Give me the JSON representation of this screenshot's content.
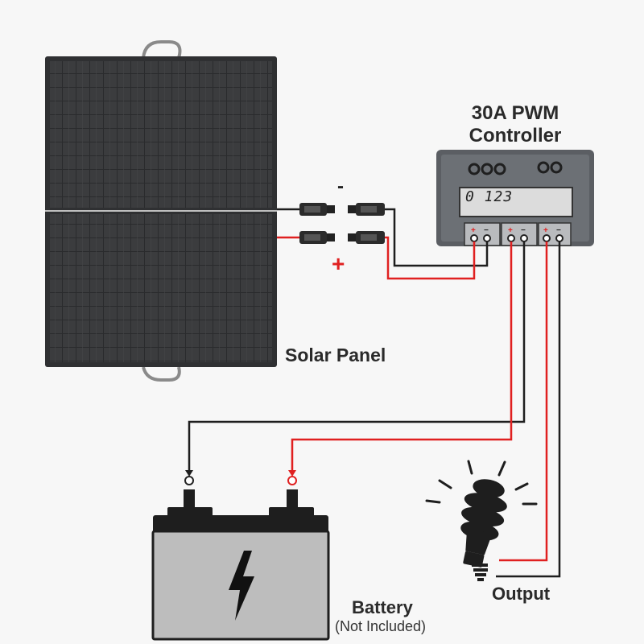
{
  "heading": {
    "text": "",
    "color": "#f05a23"
  },
  "labels": {
    "controller": "30A PWM Controller",
    "solar_panel": "Solar Panel",
    "battery": "Battery",
    "battery_note": "(Not Included)",
    "output": "Output",
    "lcd_value": "0 123",
    "negative_sign": "-",
    "positive_sign": "+"
  },
  "colors": {
    "positive_wire": "#e02020",
    "negative_wire": "#1e1e1e",
    "panel": "#3a3b3d",
    "controller_body": "#5a5d62",
    "lcd": "#d8d8d8",
    "battery_body": "#bdbdbd",
    "accent": "#f05a23"
  },
  "icons": [
    "solar-panel-icon",
    "mc4-connector-icon",
    "controller-icon",
    "battery-icon",
    "lightning-bolt-icon",
    "light-bulb-icon"
  ]
}
